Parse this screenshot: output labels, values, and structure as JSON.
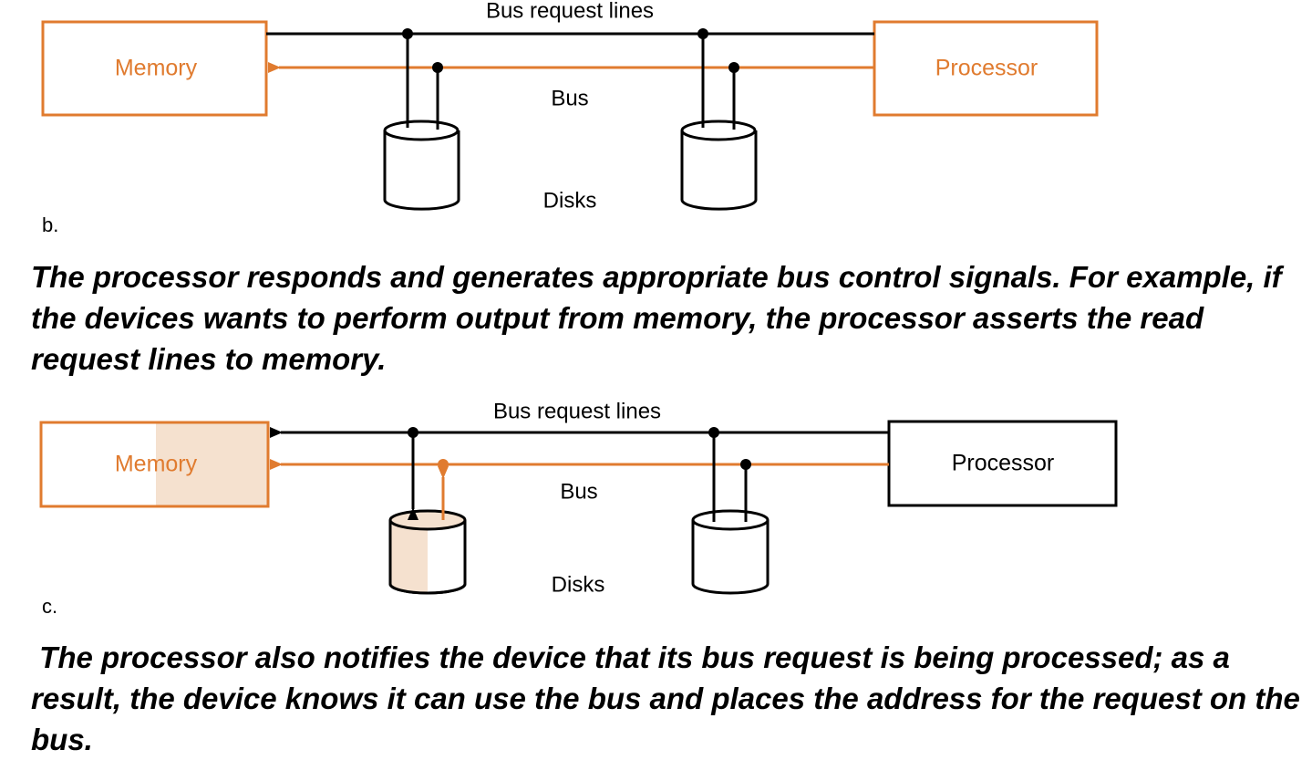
{
  "colors": {
    "accent": "#E07B2F",
    "highlight": "#F5E1CF",
    "line": "#000000"
  },
  "panel_b": {
    "tag": "b.",
    "memory_label": "Memory",
    "processor_label": "Processor",
    "bus_request_label": "Bus request lines",
    "bus_label": "Bus",
    "disks_label": "Disks"
  },
  "caption_1": "The processor responds and generates appropriate bus control signals. For example, if the devices wants to perform output from memory, the processor asserts the read request lines to memory.",
  "panel_c": {
    "tag": "c.",
    "memory_label": "Memory",
    "processor_label": "Processor",
    "bus_request_label": "Bus request lines",
    "bus_label": "Bus",
    "disks_label": "Disks"
  },
  "caption_2": " The processor also notifies the device that its bus request is being processed; as a result, the device knows it can use the bus and places the address for the request on the bus."
}
